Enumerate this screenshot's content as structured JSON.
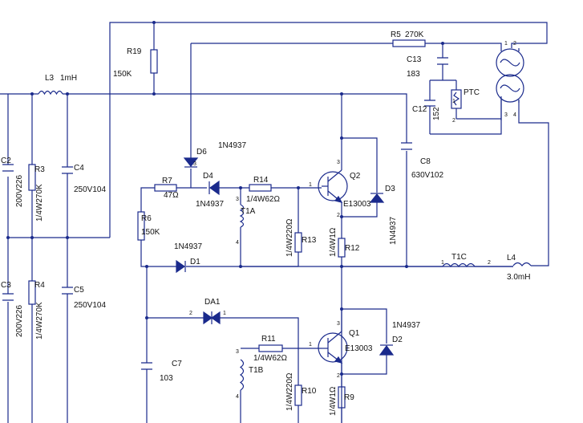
{
  "components": {
    "R19": {
      "name": "R19",
      "value": "150K"
    },
    "R5": {
      "name": "R5",
      "value": "270K"
    },
    "C13": {
      "name": "C13",
      "value": "183"
    },
    "C12": {
      "name": "C12",
      "value": "152"
    },
    "PTC": {
      "name": "PTC"
    },
    "L3": {
      "name": "L3",
      "value": "1mH"
    },
    "C2": {
      "name": "C2",
      "value": "200V226"
    },
    "R3": {
      "name": "R3",
      "value": "1/4W270K"
    },
    "C4": {
      "name": "C4",
      "value": "250V104"
    },
    "D6": {
      "name": "D6",
      "value": "1N4937"
    },
    "R7": {
      "name": "R7",
      "value": "47Ω"
    },
    "D4": {
      "name": "D4",
      "value": "1N4937"
    },
    "R14": {
      "name": "R14",
      "value": "1/4W62Ω"
    },
    "Q2": {
      "name": "Q2",
      "value": "E13003"
    },
    "D3": {
      "name": "D3",
      "value": "1N4937"
    },
    "C8": {
      "name": "C8",
      "value": "630V102"
    },
    "T1A": {
      "name": "T1A"
    },
    "R6": {
      "name": "R6",
      "value": "150K"
    },
    "R13": {
      "name": "R13",
      "value": "1/4W220Ω"
    },
    "R12": {
      "name": "R12",
      "value": "1/4W1Ω"
    },
    "D1": {
      "name": "D1",
      "value": "1N4937"
    },
    "T1C": {
      "name": "T1C"
    },
    "L4": {
      "name": "L4",
      "value": "3.0mH"
    },
    "C3": {
      "name": "C3",
      "value": "200V226"
    },
    "R4": {
      "name": "R4",
      "value": "1/4W270K"
    },
    "C5": {
      "name": "C5",
      "value": "250V104"
    },
    "DA1": {
      "name": "DA1"
    },
    "R11": {
      "name": "R11",
      "value": "1/4W62Ω"
    },
    "Q1": {
      "name": "Q1",
      "value": "E13003"
    },
    "D2": {
      "name": "D2",
      "value": "1N4937"
    },
    "T1B": {
      "name": "T1B"
    },
    "C7": {
      "name": "C7",
      "value": "103"
    },
    "R10": {
      "name": "R10",
      "value": "1/4W220Ω"
    },
    "R9": {
      "name": "R9",
      "value": "1/4W1Ω"
    }
  },
  "pins": {
    "one": "1",
    "two": "2",
    "three": "3",
    "four": "4"
  },
  "colors": {
    "wire": "#1a2a8c",
    "text": "#111111",
    "background": "#ffffff"
  }
}
